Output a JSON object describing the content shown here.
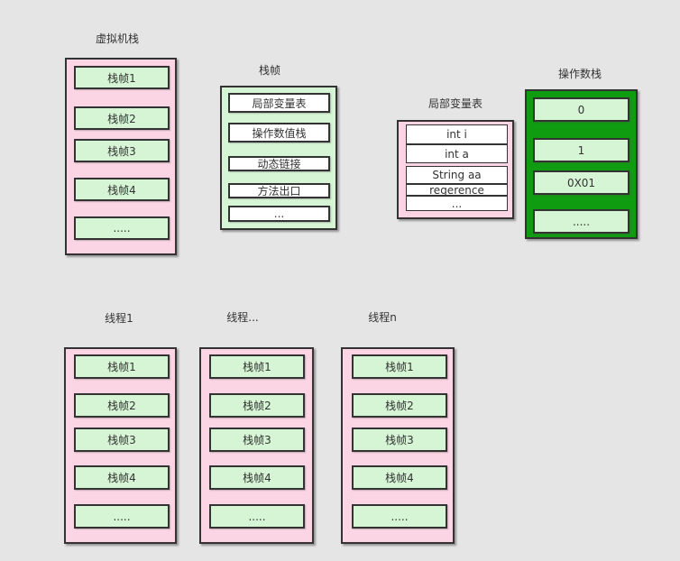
{
  "colors": {
    "background": "#e5e5e5",
    "pink": "#fbd5e3",
    "light_green": "#d6f5d4",
    "dark_green": "#109c10",
    "white": "#ffffff",
    "border": "#333333",
    "text": "#333333"
  },
  "groups": {
    "vm_stack": {
      "label": "虚拟机栈",
      "items": [
        "栈帧1",
        "栈帧2",
        "栈帧3",
        "栈帧4",
        "....."
      ]
    },
    "stack_frame": {
      "label": "栈帧",
      "items": [
        "局部变量表",
        "操作数值栈",
        "动态链接",
        "方法出口",
        "..."
      ]
    },
    "local_var_table": {
      "label": "局部变量表",
      "items": [
        "int i",
        "int a",
        "String aa",
        "regerence",
        "..."
      ]
    },
    "operand_stack": {
      "label": "操作数栈",
      "items": [
        "0",
        "1",
        "0X01",
        "....."
      ]
    },
    "thread1": {
      "label": "线程1",
      "items": [
        "栈帧1",
        "栈帧2",
        "栈帧3",
        "栈帧4",
        "....."
      ]
    },
    "thread_dots": {
      "label": "线程...",
      "items": [
        "栈帧1",
        "栈帧2",
        "栈帧3",
        "栈帧4",
        "....."
      ]
    },
    "thread_n": {
      "label": "线程n",
      "items": [
        "栈帧1",
        "栈帧2",
        "栈帧3",
        "栈帧4",
        "....."
      ]
    }
  }
}
